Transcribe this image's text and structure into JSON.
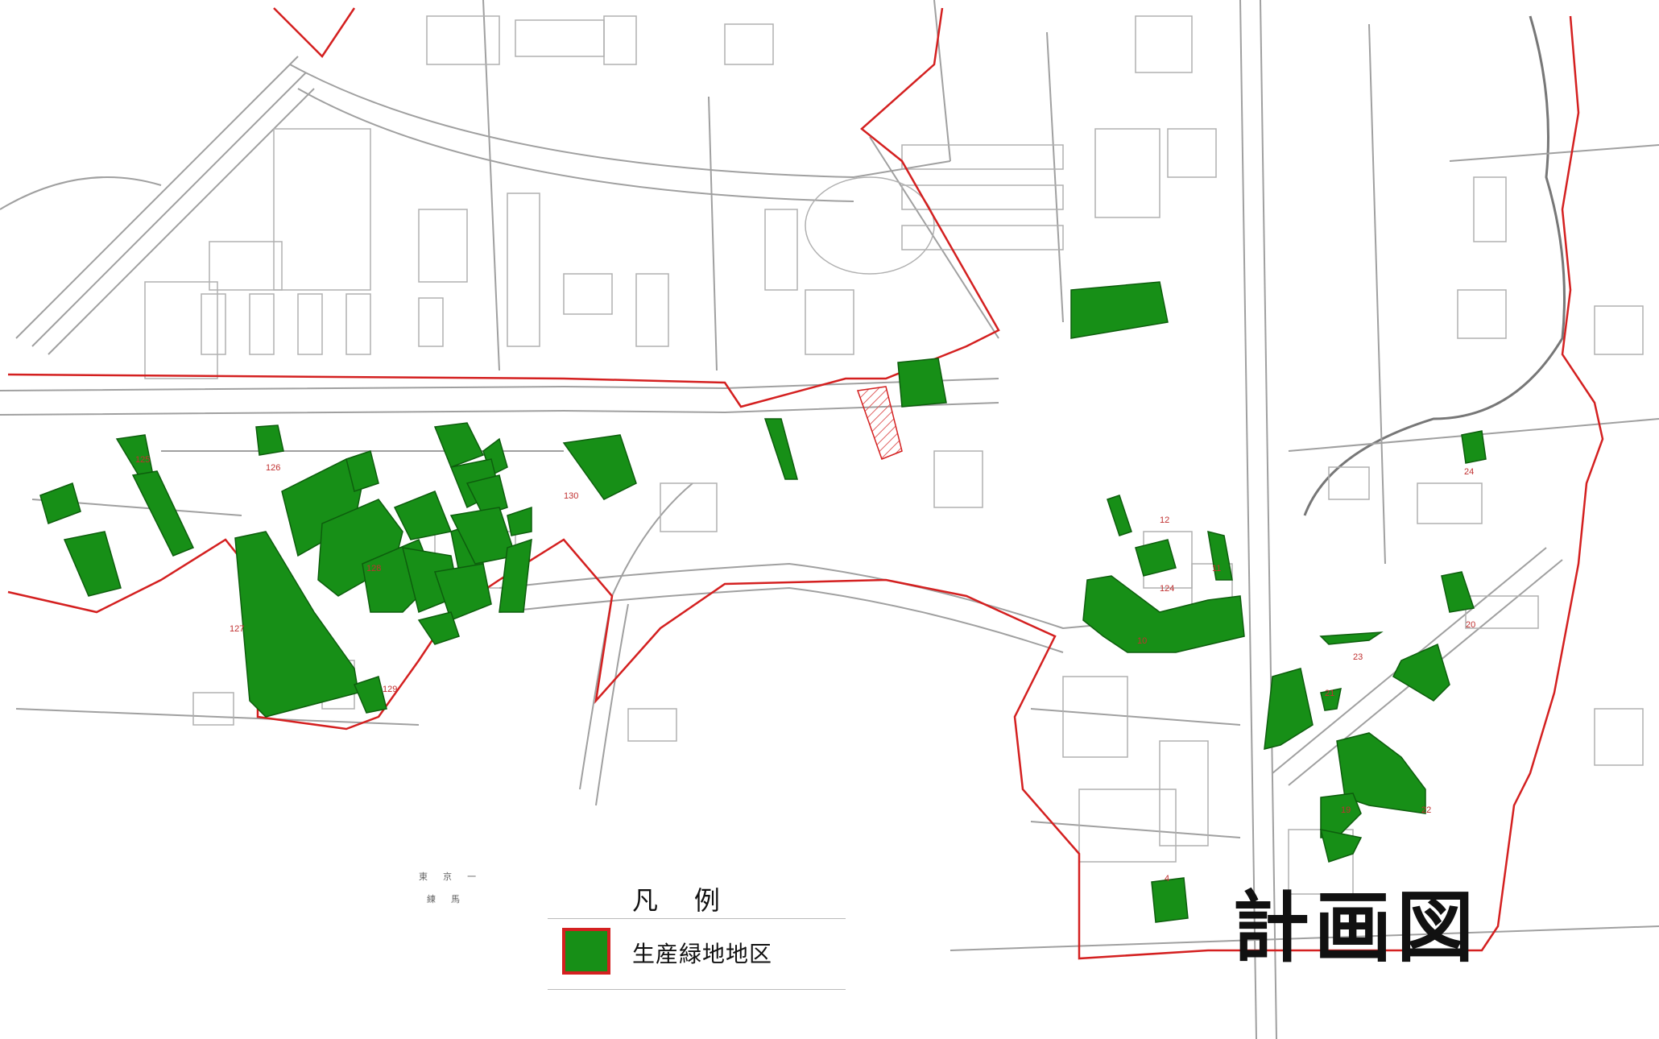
{
  "legend": {
    "title": "凡 例",
    "items": [
      {
        "label": "生産緑地地区",
        "fill": "#178f17",
        "border": "#d42020"
      }
    ]
  },
  "plan_title": "計画図",
  "colors": {
    "background": "#ffffff",
    "base_map_lines": "#9a9a9a",
    "district_boundary": "#d42020",
    "productive_green_land": "#178f17",
    "hatched_area": "#e06060"
  },
  "map_labels": {
    "place_top": "東 京 一",
    "place_bottom": "練 馬"
  },
  "lot_numbers": [
    "125",
    "126",
    "128",
    "127",
    "129",
    "130",
    "12",
    "11",
    "124",
    "10",
    "23",
    "24",
    "20",
    "21",
    "22",
    "19",
    "4"
  ]
}
